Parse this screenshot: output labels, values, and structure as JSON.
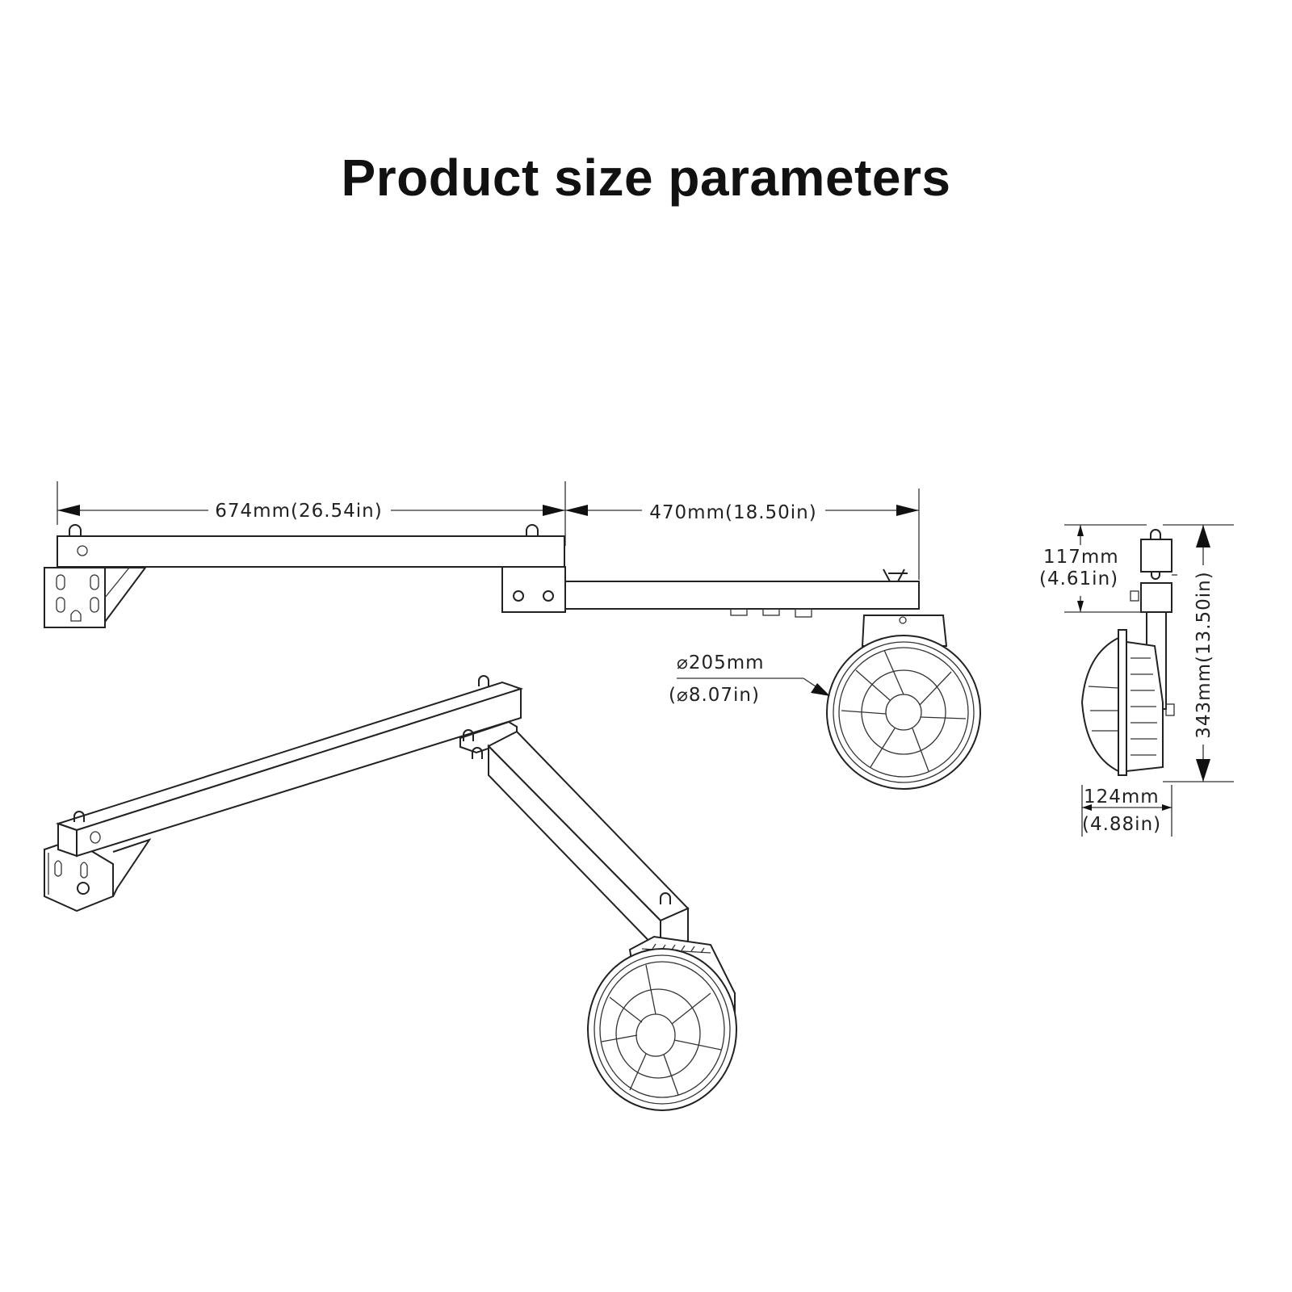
{
  "title": "Product size parameters",
  "dimensions": {
    "main_arm_length": "674mm(26.54in)",
    "extension_arm_length": "470mm(18.50in)",
    "diameter_mm": "⌀205mm",
    "diameter_in": "(⌀8.07in)",
    "head_height_mm": "117mm",
    "head_height_in": "(4.61in)",
    "total_height": "343mm(13.50in)",
    "depth_mm": "124mm",
    "depth_in": "(4.88in)"
  },
  "colors": {
    "line": "#222222",
    "text": "#111111",
    "background": "#ffffff"
  }
}
